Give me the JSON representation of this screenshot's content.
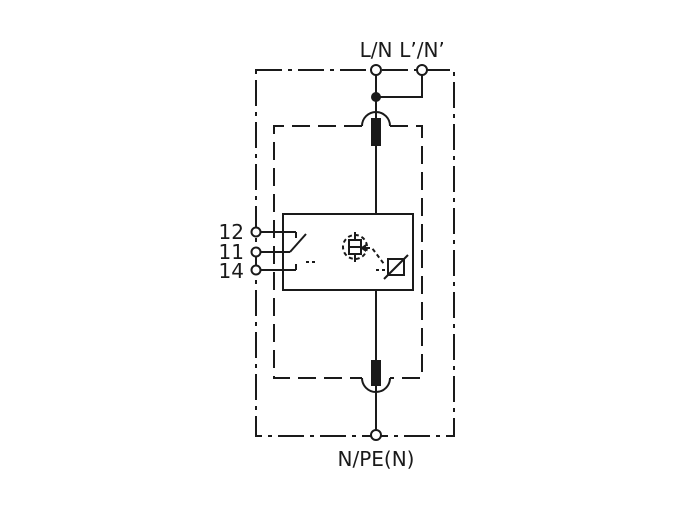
{
  "terminals": {
    "top_left": "L/N",
    "top_right": "L’/N’",
    "bottom": "N/PE(N)",
    "contact_12": "12",
    "contact_11": "11",
    "contact_14": "14"
  }
}
